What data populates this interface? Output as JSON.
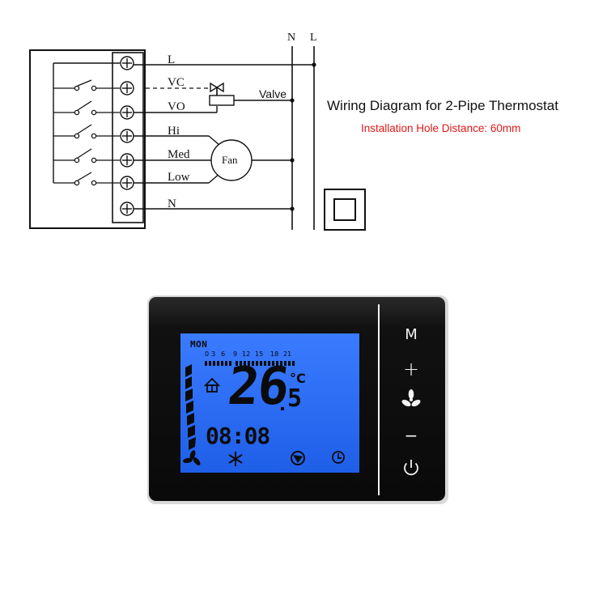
{
  "wiring": {
    "title": "Wiring Diagram for 2-Pipe Thermostat",
    "subtitle": "Installation Hole Distance: 60mm",
    "supply_labels": [
      "N",
      "L"
    ],
    "terminals": [
      "L",
      "VC",
      "VO",
      "Hi",
      "Med",
      "Low",
      "N"
    ],
    "valve_label": "Valve",
    "fan_label": "Fan"
  },
  "device": {
    "day": "MON",
    "hour_marks": [
      "0",
      "3",
      "6",
      "9",
      "12",
      "15",
      "18",
      "21"
    ],
    "temp_int": "26",
    "temp_dec": "5",
    "temp_unit": "°C",
    "clock": "08:08",
    "buttons": {
      "mode": "M",
      "plus": "+",
      "fan": "fan-icon",
      "minus": "−",
      "power": "power-icon"
    },
    "colors": {
      "screen": "#2a6df5",
      "bezel": "#101010",
      "digits": "#0b0b0b"
    }
  }
}
